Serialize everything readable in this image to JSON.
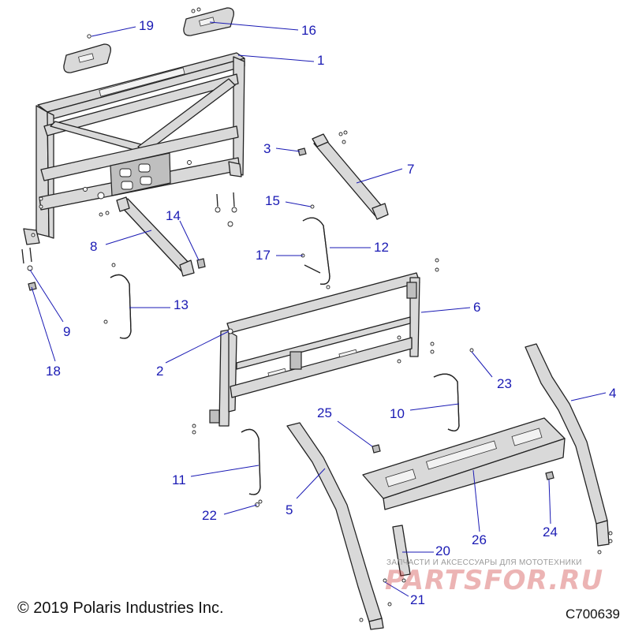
{
  "callouts": {
    "c1": "1",
    "c2": "2",
    "c3": "3",
    "c4": "4",
    "c5": "5",
    "c6": "6",
    "c7": "7",
    "c8": "8",
    "c9": "9",
    "c10": "10",
    "c11": "11",
    "c12": "12",
    "c13": "13",
    "c14": "14",
    "c15": "15",
    "c16": "16",
    "c17": "17",
    "c18": "18",
    "c19": "19",
    "c20": "20",
    "c21": "21",
    "c22": "22",
    "c23": "23",
    "c24": "24",
    "c25": "25",
    "c26": "26"
  },
  "footer": {
    "copyright": "© 2019 Polaris Industries Inc.",
    "figure_code": "C700639"
  },
  "watermark": {
    "tagline": "ЗАПЧАСТИ И АКСЕССУАРЫ ДЛЯ МОТОТЕХНИКИ",
    "logo": "PARTSFOR.RU"
  },
  "colors": {
    "callout": "#1a1ab4",
    "line": "#222222",
    "part_fill": "#d9d9d9",
    "watermark": "#c82828"
  }
}
